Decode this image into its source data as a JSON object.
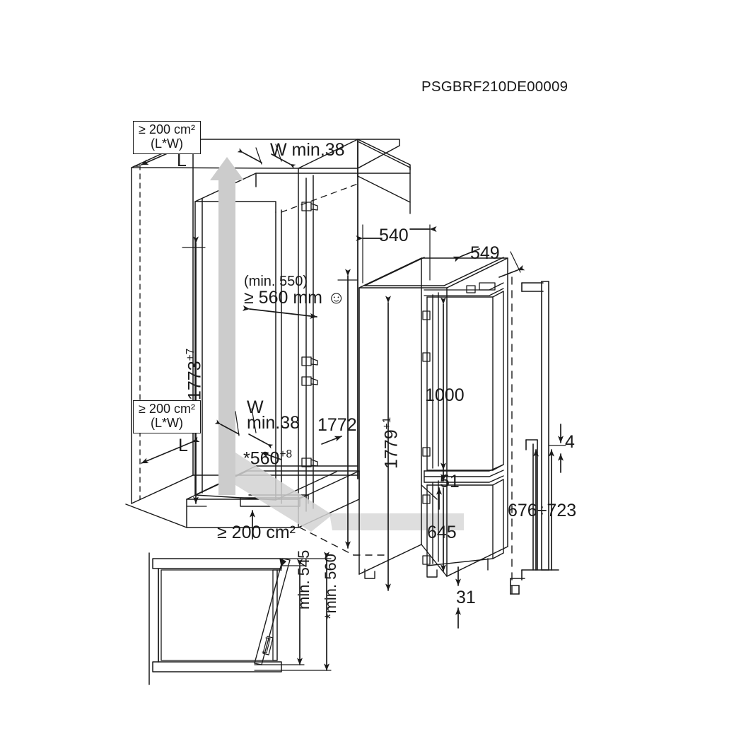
{
  "drawing": {
    "code": "PSGBRF210DE00009",
    "type": "built-in fridge-freezer installation dimension drawing",
    "units": "mm"
  },
  "vent_notes": {
    "top_box_line1": "≥ 200 cm²",
    "top_box_line2": "(L*W)",
    "bottom_box_line1": "≥ 200 cm²",
    "bottom_box_line2": "(L*W)",
    "plinth_vent": "≥ 200 cm²"
  },
  "cabinet": {
    "L_top": "L",
    "L_bottom": "L",
    "W_top": "W min.38",
    "W_bottom_line1": "W",
    "W_bottom_line2": "min.38",
    "height": "1773",
    "height_tol": "+7",
    "depth_note_line1": "(min. 550)",
    "depth_note_line2": "≥ 560 mm ☺",
    "width": "*560",
    "width_tol": "+8",
    "niche_height": "1772"
  },
  "appliance": {
    "door_width": "540",
    "body_depth": "549",
    "height": "1779",
    "height_tol": "+1",
    "fridge_door_height": "1000",
    "gap": "51",
    "freezer_door_height": "645",
    "foot_height": "31"
  },
  "door_profile": {
    "gap_top": "4",
    "handle_range": "676÷723"
  },
  "plan_view": {
    "opening_545": "min. 545",
    "opening_560": "*min. 560"
  },
  "colors": {
    "line": "#1a1a1a",
    "airflow": "#c9c9c9",
    "panel_fill": "#d4d4d4",
    "background": "#ffffff"
  }
}
